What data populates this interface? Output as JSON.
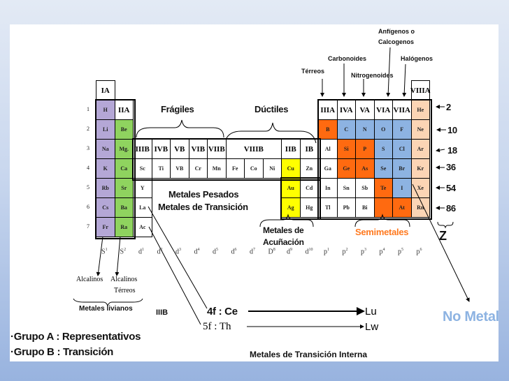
{
  "colors": {
    "alkali": "#b4a7d6",
    "alkaline": "#8fd35f",
    "semimetal": "#ff6a10",
    "nonmetal": "#8db3e2",
    "noble": "#fbd5b5",
    "coinage": "#ffff00",
    "plain": "#ffffff"
  },
  "group_headers": {
    "IA": "IA",
    "IIA": "IIA",
    "IIIA": "IIIA",
    "IVA": "IVA",
    "VA": "VA",
    "VIA": "VIA",
    "VIIA": "VIIA",
    "VIIIA": "VIIIA",
    "IIIB": "IIIB",
    "IVB": "IVB",
    "VB": "VB",
    "VIB": "VIB",
    "VIIB": "VIIB",
    "VIIIB": "VIIIB",
    "IIB": "IIB",
    "IB": "IB"
  },
  "periods": [
    "1",
    "2",
    "3",
    "4",
    "5",
    "6",
    "7"
  ],
  "elements": [
    {
      "s": "H",
      "r": 1,
      "c": 1,
      "k": "alkali"
    },
    {
      "s": "He",
      "r": 1,
      "c": 18,
      "k": "noble"
    },
    {
      "s": "Li",
      "r": 2,
      "c": 1,
      "k": "alkali"
    },
    {
      "s": "Be",
      "r": 2,
      "c": 2,
      "k": "alkaline"
    },
    {
      "s": "B",
      "r": 2,
      "c": 13,
      "k": "semimetal"
    },
    {
      "s": "C",
      "r": 2,
      "c": 14,
      "k": "nonmetal"
    },
    {
      "s": "N",
      "r": 2,
      "c": 15,
      "k": "nonmetal"
    },
    {
      "s": "O",
      "r": 2,
      "c": 16,
      "k": "nonmetal"
    },
    {
      "s": "F",
      "r": 2,
      "c": 17,
      "k": "nonmetal"
    },
    {
      "s": "Ne",
      "r": 2,
      "c": 18,
      "k": "noble"
    },
    {
      "s": "Na",
      "r": 3,
      "c": 1,
      "k": "alkali"
    },
    {
      "s": "Mg.",
      "r": 3,
      "c": 2,
      "k": "alkaline"
    },
    {
      "s": "Al",
      "r": 3,
      "c": 13,
      "k": "plain"
    },
    {
      "s": "Si",
      "r": 3,
      "c": 14,
      "k": "semimetal"
    },
    {
      "s": "P",
      "r": 3,
      "c": 15,
      "k": "semimetal"
    },
    {
      "s": "S",
      "r": 3,
      "c": 16,
      "k": "nonmetal"
    },
    {
      "s": "Cl",
      "r": 3,
      "c": 17,
      "k": "nonmetal"
    },
    {
      "s": "Ar",
      "r": 3,
      "c": 18,
      "k": "noble"
    },
    {
      "s": "K",
      "r": 4,
      "c": 1,
      "k": "alkali"
    },
    {
      "s": "Ca",
      "r": 4,
      "c": 2,
      "k": "alkaline"
    },
    {
      "s": "Sc",
      "r": 4,
      "c": 3,
      "k": "plain"
    },
    {
      "s": "Ti",
      "r": 4,
      "c": 4,
      "k": "plain"
    },
    {
      "s": "VB",
      "r": 4,
      "c": 5,
      "k": "plain"
    },
    {
      "s": "Cr",
      "r": 4,
      "c": 6,
      "k": "plain"
    },
    {
      "s": "Mn",
      "r": 4,
      "c": 7,
      "k": "plain"
    },
    {
      "s": "Fe",
      "r": 4,
      "c": 8,
      "k": "plain"
    },
    {
      "s": "Co",
      "r": 4,
      "c": 9,
      "k": "plain"
    },
    {
      "s": "Ni",
      "r": 4,
      "c": 10,
      "k": "plain"
    },
    {
      "s": "Cu",
      "r": 4,
      "c": 11,
      "k": "coinage"
    },
    {
      "s": "Zn",
      "r": 4,
      "c": 12,
      "k": "plain"
    },
    {
      "s": "Ga",
      "r": 4,
      "c": 13,
      "k": "plain"
    },
    {
      "s": "Ge",
      "r": 4,
      "c": 14,
      "k": "semimetal"
    },
    {
      "s": "As",
      "r": 4,
      "c": 15,
      "k": "semimetal"
    },
    {
      "s": "Se",
      "r": 4,
      "c": 16,
      "k": "nonmetal"
    },
    {
      "s": "Br",
      "r": 4,
      "c": 17,
      "k": "nonmetal"
    },
    {
      "s": "Kr",
      "r": 4,
      "c": 18,
      "k": "noble"
    },
    {
      "s": "Rb",
      "r": 5,
      "c": 1,
      "k": "alkali"
    },
    {
      "s": "Sr",
      "r": 5,
      "c": 2,
      "k": "alkaline"
    },
    {
      "s": "Y",
      "r": 5,
      "c": 3,
      "k": "plain"
    },
    {
      "s": "Au",
      "r": 5,
      "c": 11,
      "k": "coinage"
    },
    {
      "s": "Cd",
      "r": 5,
      "c": 12,
      "k": "plain"
    },
    {
      "s": "In",
      "r": 5,
      "c": 13,
      "k": "plain"
    },
    {
      "s": "Sn",
      "r": 5,
      "c": 14,
      "k": "plain"
    },
    {
      "s": "Sb",
      "r": 5,
      "c": 15,
      "k": "plain"
    },
    {
      "s": "Te",
      "r": 5,
      "c": 16,
      "k": "semimetal"
    },
    {
      "s": "I",
      "r": 5,
      "c": 17,
      "k": "nonmetal"
    },
    {
      "s": "Xe",
      "r": 5,
      "c": 18,
      "k": "noble"
    },
    {
      "s": "Cs",
      "r": 6,
      "c": 1,
      "k": "alkali"
    },
    {
      "s": "Ba",
      "r": 6,
      "c": 2,
      "k": "alkaline"
    },
    {
      "s": "La",
      "r": 6,
      "c": 3,
      "k": "plain"
    },
    {
      "s": "Ag",
      "r": 6,
      "c": 11,
      "k": "coinage"
    },
    {
      "s": "Hg",
      "r": 6,
      "c": 12,
      "k": "plain"
    },
    {
      "s": "Tl",
      "r": 6,
      "c": 13,
      "k": "plain"
    },
    {
      "s": "Pb",
      "r": 6,
      "c": 14,
      "k": "plain"
    },
    {
      "s": "Bi",
      "r": 6,
      "c": 15,
      "k": "plain"
    },
    {
      "s": "",
      "r": 6,
      "c": 16,
      "k": "semimetal"
    },
    {
      "s": "At",
      "r": 6,
      "c": 17,
      "k": "semimetal"
    },
    {
      "s": "Rn",
      "r": 6,
      "c": 18,
      "k": "noble"
    },
    {
      "s": "Fr",
      "r": 7,
      "c": 1,
      "k": "alkali"
    },
    {
      "s": "Ra",
      "r": 7,
      "c": 2,
      "k": "alkaline"
    },
    {
      "s": "Ac",
      "r": 7,
      "c": 3,
      "k": "plain"
    }
  ],
  "config": [
    [
      "S",
      "1"
    ],
    [
      "S",
      "2"
    ],
    [
      "d",
      "1"
    ],
    [
      "d",
      "2"
    ],
    [
      "d",
      "3"
    ],
    [
      "d",
      "4"
    ],
    [
      "d",
      "5"
    ],
    [
      "d",
      "6"
    ],
    [
      "d",
      "7"
    ],
    [
      "D",
      "8"
    ],
    [
      "d",
      "9"
    ],
    [
      "d",
      "10"
    ],
    [
      "p",
      "1"
    ],
    [
      "p",
      "2"
    ],
    [
      "p",
      "3"
    ],
    [
      "p",
      "4"
    ],
    [
      "p",
      "5"
    ],
    [
      "p",
      "6"
    ]
  ],
  "z_values": [
    "2",
    "10",
    "18",
    "36",
    "54",
    "86"
  ],
  "labels": {
    "fragiles": "Frágiles",
    "ductiles": "Dúctiles",
    "pesados_1": "Metales Pesados",
    "pesados_2": "Metales de Transición",
    "acunacion_1": "Metales de",
    "acunacion_2": "Acuñación",
    "semimetales": "Semimetales",
    "z": "Z",
    "anfigenos_1": "Anfígenos o",
    "anfigenos_2": "Calcogenos",
    "carbonoides": "Carbonoides",
    "halogenos": "Halógenos",
    "terreos": "Térreos",
    "nitrogenoides": "Nitrogenoides",
    "alcalinos": "Alcalinos",
    "alcalinos_terreos_1": "Alcalinos",
    "alcalinos_terreos_2": "Térreos",
    "livianos": "Metales livianos",
    "iiib": "IIIB",
    "f4": "4f : Ce",
    "lu": "Lu",
    "f5": "5f : Th",
    "lw": "Lw",
    "no_metal": "No Metal",
    "grupo_a": "·Grupo A : Representativos",
    "grupo_b": "·Grupo B : Transición",
    "interna": "Metales de Transición Interna"
  }
}
